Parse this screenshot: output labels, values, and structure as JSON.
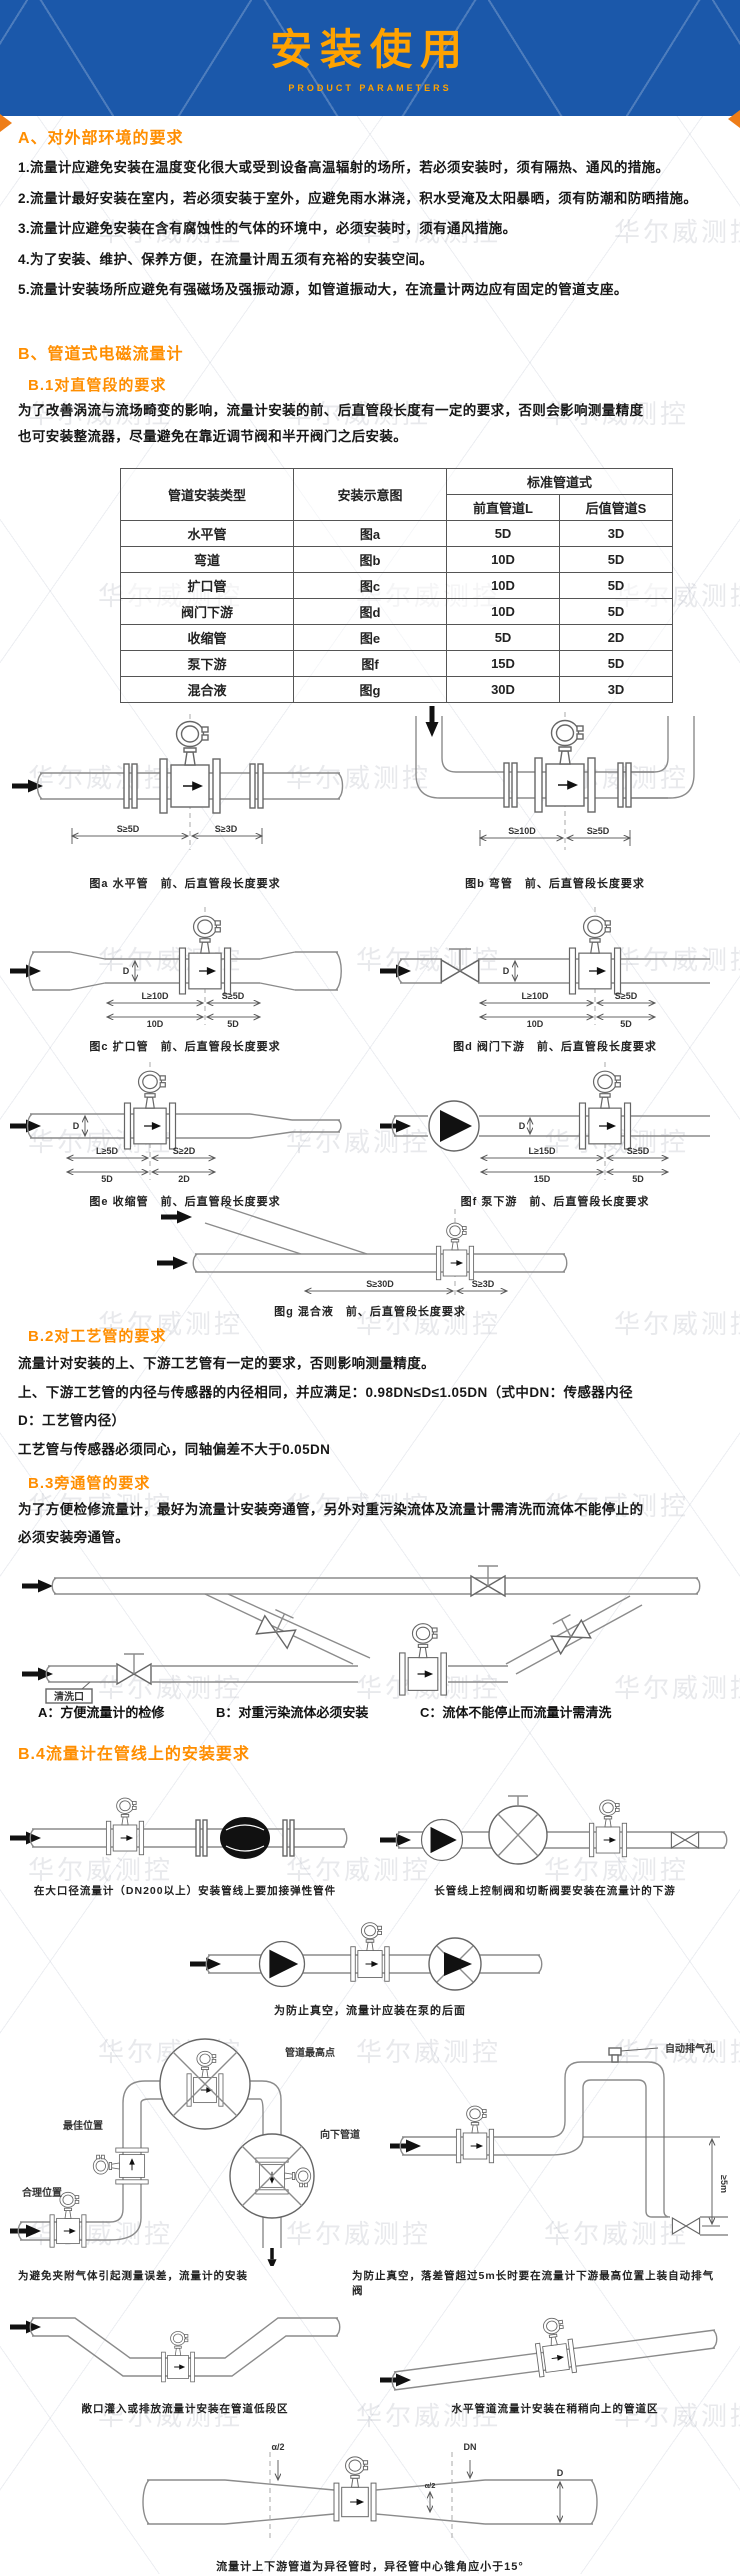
{
  "header": {
    "title": "安装使用",
    "subtitle": "PRODUCT PARAMETERS"
  },
  "watermark": {
    "text": "华尔威测控"
  },
  "colors": {
    "header_bg": "#1b58aa",
    "accent_orange": "#ff8e00",
    "title_orange": "#ffa200"
  },
  "section_a": {
    "heading": "A、对外部环境的要求",
    "items": [
      "1.流量计应避免安装在温度变化很大或受到设备高温辐射的场所，若必须安装时，须有隔热、通风的措施。",
      "2.流量计最好安装在室内，若必须安装于室外，应避免雨水淋浇，积水受淹及太阳暴晒，须有防潮和防晒措施。",
      "3.流量计应避免安装在含有腐蚀性的气体的环境中，必须安装时，须有通风措施。",
      "4.为了安装、维护、保养方便，在流量计周五须有充裕的安装空间。",
      "5.流量计安装场所应避免有强磁场及强振动源，如管道振动大，在流量计两边应有固定的管道支座。"
    ]
  },
  "section_b": {
    "heading": "B、管道式电磁流量计"
  },
  "section_b1": {
    "heading": "B.1对直管段的要求",
    "lines": [
      "为了改善涡流与流场畸变的影响，流量计安装的前、后直管段长度有一定的要求，否则会影响测量精度",
      "也可安装整流器，尽量避免在靠近调节阀和半开阀门之后安装。"
    ]
  },
  "table": {
    "h_type": "管道安装类型",
    "h_fig": "安装示意图",
    "h_std": "标准管道式",
    "h_front": "前直管道L",
    "h_back": "后值管道S",
    "rows": [
      {
        "type": "水平管",
        "fig": "图a",
        "front": "5D",
        "back": "3D"
      },
      {
        "type": "弯道",
        "fig": "图b",
        "front": "10D",
        "back": "5D"
      },
      {
        "type": "扩口管",
        "fig": "图c",
        "front": "10D",
        "back": "5D"
      },
      {
        "type": "阀门下游",
        "fig": "图d",
        "front": "10D",
        "back": "5D"
      },
      {
        "type": "收缩管",
        "fig": "图e",
        "front": "5D",
        "back": "2D"
      },
      {
        "type": "泵下游",
        "fig": "图f",
        "front": "15D",
        "back": "5D"
      },
      {
        "type": "混合液",
        "fig": "图g",
        "front": "30D",
        "back": "3D"
      }
    ]
  },
  "figs": {
    "a": {
      "caption": "图a 水平管　前、后直管段长度要求",
      "dim1": "S≥5D",
      "dim2": "S≥3D"
    },
    "b": {
      "caption": "图b 弯管　前、后直管段长度要求",
      "dim1": "S≥10D",
      "dim2": "S≥5D"
    },
    "c": {
      "caption": "图c 扩口管　前、后直管段长度要求",
      "dim1": "L≥10D",
      "dim1b": "10D",
      "dim2": "S≥5D",
      "dim2b": "5D",
      "d": "D"
    },
    "d": {
      "caption": "图d 阀门下游　前、后直管段长度要求",
      "dim1": "L≥10D",
      "dim1b": "10D",
      "dim2": "S≥5D",
      "dim2b": "5D",
      "d": "D"
    },
    "e": {
      "caption": "图e 收缩管　前、后直管段长度要求",
      "dim1": "L≥5D",
      "dim1b": "5D",
      "dim2": "S≥2D",
      "dim2b": "2D",
      "d": "D"
    },
    "f": {
      "caption": "图f 泵下游　前、后直管段长度要求",
      "dim1": "L≥15D",
      "dim1b": "15D",
      "dim2": "S≥5D",
      "dim2b": "5D",
      "d": "D"
    },
    "g": {
      "caption": "图g 混合液　前、后直管段长度要求",
      "dim1": "S≥30D",
      "dim2": "S≥3D"
    }
  },
  "section_b2": {
    "heading": "B.2对工艺管的要求",
    "lines": [
      "流量计对安装的上、下游工艺管有一定的要求，否则影响测量精度。",
      "上、下游工艺管的内径与传感器的内径相同，并应满足：0.98DN≤D≤1.05DN（式中DN：传感器内径",
      "D：工艺管内径）",
      "工艺管与传感器必须同心，同轴偏差不大于0.05DN"
    ]
  },
  "section_b3": {
    "heading": "B.3旁通管的要求",
    "lines": [
      "为了方便检修流量计，最好为流量计安装旁通管，另外对重污染流体及流量计需清洗而流体不能停止的",
      "必须安装旁通管。"
    ]
  },
  "bypass": {
    "port_label": "清洗口",
    "cap_a": "A：方便流量计的检修",
    "cap_b": "B：对重污染流体必须安装",
    "cap_c": "C：流体不能停止而流量计需清洗"
  },
  "section_b4": {
    "heading": "B.4流量计在管线上的安装要求"
  },
  "b4": {
    "fig1_caption": "在大口径流量计（DN200以上）安装管线上要加接弹性管件",
    "fig2_caption": "长管线上控制阀和切断阀要安装在流量计的下游",
    "fig3_caption": "为防止真空，流量计应装在泵的后面",
    "fig4_caption": "为避免夹附气体引起测量误差，流量计的安装",
    "fig4_label_best": "最佳位置",
    "fig4_label_high": "管道最高点",
    "fig4_label_down": "向下管道",
    "fig4_label_ok": "合理位置",
    "fig5_caption": "为防止真空，落差管超过5m长时要在流量计下游最高位置上装自动排气阀",
    "fig5_label_vent": "自动排气孔",
    "fig5_label_dim": "≥5m",
    "fig6_caption": "敞口灌入或排放流量计安装在管道低段区",
    "fig7_caption": "水平管道流量计安装在稍稍向上的管道区",
    "fig8_caption": "流量计上下游管道为异径管时，异径管中心锥角应小于15°",
    "fig8_label_angle": "α/2",
    "fig8_label_dn": "DN",
    "fig8_label_d": "D"
  }
}
